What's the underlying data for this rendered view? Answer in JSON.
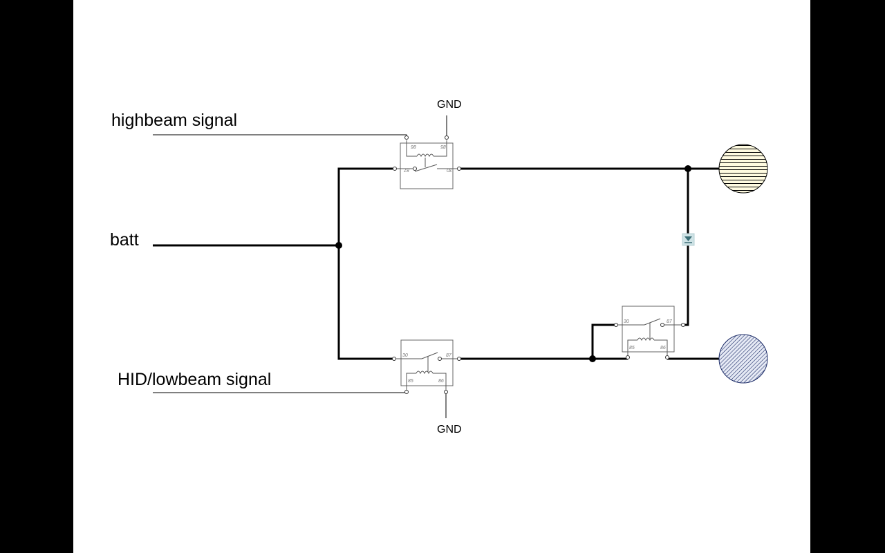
{
  "diagram": {
    "title_labels": {
      "highbeam": "highbeam signal",
      "batt": "batt",
      "lowbeam": "HID/lowbeam signal",
      "gnd_top": "GND",
      "gnd_bottom": "GND"
    },
    "relays": [
      {
        "id": "relay-highbeam",
        "pins": {
          "p86": "86",
          "p85": "85",
          "p87": "87",
          "p30": "30"
        },
        "orientation": "rotated-180"
      },
      {
        "id": "relay-lowbeam",
        "pins": {
          "p30": "30",
          "p87": "87",
          "p85": "85",
          "p86": "86"
        },
        "orientation": "normal"
      },
      {
        "id": "relay-combiner",
        "pins": {
          "p30": "30",
          "p87": "87",
          "p85": "85",
          "p86": "86"
        },
        "orientation": "normal"
      }
    ],
    "lamps": [
      {
        "id": "highbeam-lamp",
        "fill": "#fffbe0",
        "hatch": "horizontal"
      },
      {
        "id": "lowbeam-lamp",
        "fill": "#e6eaf5",
        "hatch": "diagonal",
        "stroke": "#1a2a66"
      }
    ],
    "components": {
      "diode": {
        "id": "diode",
        "fill": "#cfe3e6",
        "glyph": "#3a6d75"
      }
    },
    "colors": {
      "wire": "#000000",
      "background": "#ffffff",
      "frame": "#000000"
    }
  }
}
